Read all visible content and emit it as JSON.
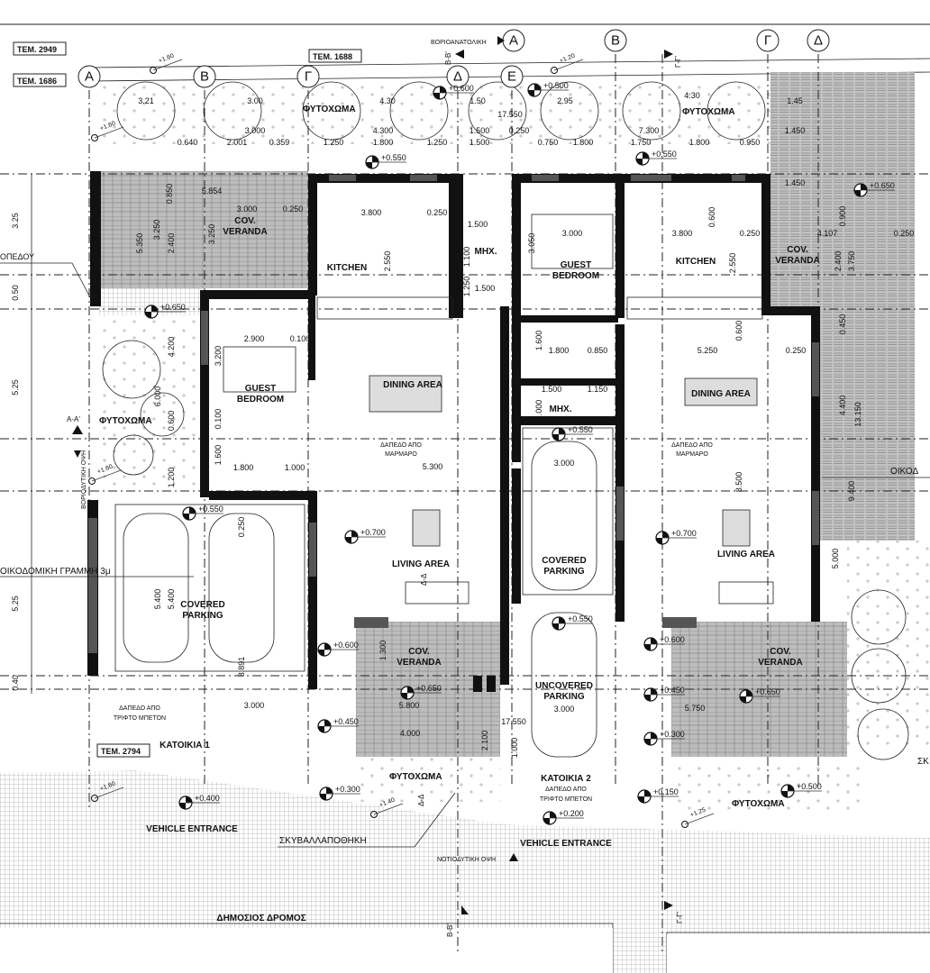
{
  "drawing": {
    "parcels": [
      "ΤΕΜ. 2949",
      "ΤΕΜ. 1686",
      "ΤΕΜ. 1688",
      "ΤΕΜ. 2794"
    ],
    "grid_axes": [
      "Α",
      "Β",
      "Γ",
      "Δ",
      "Ε",
      "Α",
      "Β",
      "Γ",
      "Δ"
    ],
    "rooms": {
      "kitchen": "KITCHEN",
      "guest_bedroom_1": "GUEST",
      "guest_bedroom_2": "BEDROOM",
      "dining": "DINING AREA",
      "living": "LIVING AREA",
      "covered_1": "COVERED",
      "covered_2": "PARKING",
      "uncovered_1": "UNCOVERED",
      "cov_veranda_1": "COV.",
      "cov_veranda_2": "VERANDA",
      "mhx": "ΜΗΧ."
    },
    "areas": {
      "planting": "ΦΥΤΟΧΩΜΑ",
      "marble_1": "ΔΑΠΕΔΟ ΑΠΟ",
      "marble_2": "ΜΑΡΜΑΡΟ",
      "concrete_1": "ΔΑΠΕΔΟ ΑΠΟ",
      "concrete_2": "ΤΡΙΦΤΟ ΜΠΕΤΟΝ",
      "house_1": "ΚΑΤΟΙΚΙΑ 1",
      "house_2": "ΚΑΤΟΙΚΙΑ 2",
      "vehicle_entrance": "VEHICLE ENTRANCE",
      "refuse_store": "ΣΚΥΒΑΛΛΑΠΟΘΗΚΗ",
      "public_road": "ΔΗΜΟΣΙΟΣ ΔΡΟΜΟΣ"
    },
    "annotations": {
      "plot_edge": "ΟΠΕΔΟΥ",
      "building_line": "ΟΙΚΟΔΟΜΙΚΗ ΓΡΑΜΜΗ 3μ",
      "section_aa": "Α-Α'",
      "section_bb": "Β-Β'",
      "section_gg": "Γ-Γ'",
      "section_dd": "Δ-Δ",
      "nw_elevation": "ΒΟΡΙΟΔΥΤΙΚΗ ΟΨΗ",
      "ne_elevation": "ΒΟΡΙΟΑΝΑΤΟΛΙΚΗ",
      "sw_elevation": "ΝΟΤΙΟΔΥΤΙΚΗ ΟΨΗ",
      "right_building_line": "ΟΙΚΟΔ",
      "right_cut": "ΣΚ"
    },
    "dimensions": [
      "3.21",
      "3.00",
      "4.30",
      "1.50",
      "2.95",
      "4.30",
      "1.45",
      "17.550",
      "3.000",
      "4.300",
      "1.500",
      "0.250",
      "7.300",
      "1.450",
      "0.640",
      "2.001",
      "0.359",
      "1.250",
      "1.800",
      "1.250",
      "1.500",
      "0.750",
      "1.800",
      "1.750",
      "1.800",
      "0.950",
      "5.854",
      "3.000",
      "0.250",
      "3.800",
      "0.250",
      "1.500",
      "1.500",
      "2.900",
      "0.100",
      "1.800",
      "1.000",
      "5.300",
      "3.000",
      "5.800",
      "4.000",
      "17.550",
      "3.000",
      "5.750",
      "3.000",
      "3.800",
      "0.250",
      "4.107",
      "0.250",
      "1.450",
      "1.800",
      "0.850",
      "1.500",
      "1.150",
      "5.250",
      "0.250",
      "3.000"
    ],
    "vertical_dimensions": [
      "0.850",
      "5.350",
      "3.250",
      "2.400",
      "3.250",
      "2.550",
      "1.100",
      "1.250",
      "3.200",
      "0.100",
      "1.600",
      "4.200",
      "6.000",
      "0.600",
      "1.200",
      "5.400",
      "5.400",
      "0.250",
      "8.891",
      "1.300",
      "2.100",
      "1.000",
      "3.050",
      "0.600",
      "2.550",
      "2.400",
      "3.750",
      "0.900",
      "1.600",
      "1.000",
      "0.600",
      "0.450",
      "4.400",
      "13.150",
      "9.400",
      "8.500",
      "5.000",
      "3.25",
      "0.50",
      "5.25",
      "5.25",
      "0.40"
    ],
    "elevations": [
      "+0.600",
      "+0.500",
      "+0.550",
      "+0.550",
      "+0.650",
      "+0.650",
      "+0.550",
      "+0.550",
      "+0.700",
      "+0.700",
      "+0.550",
      "+0.600",
      "+0.600",
      "+0.650",
      "+0.450",
      "+0.450",
      "+0.650",
      "+0.300",
      "+0.300",
      "+0.400",
      "+0.150",
      "+0.200",
      "+0.500"
    ],
    "ground_levels": [
      "+1.60",
      "+1.60",
      "+1.20",
      "+1.60",
      "+1.60",
      "+1.40",
      "+1.25"
    ]
  }
}
